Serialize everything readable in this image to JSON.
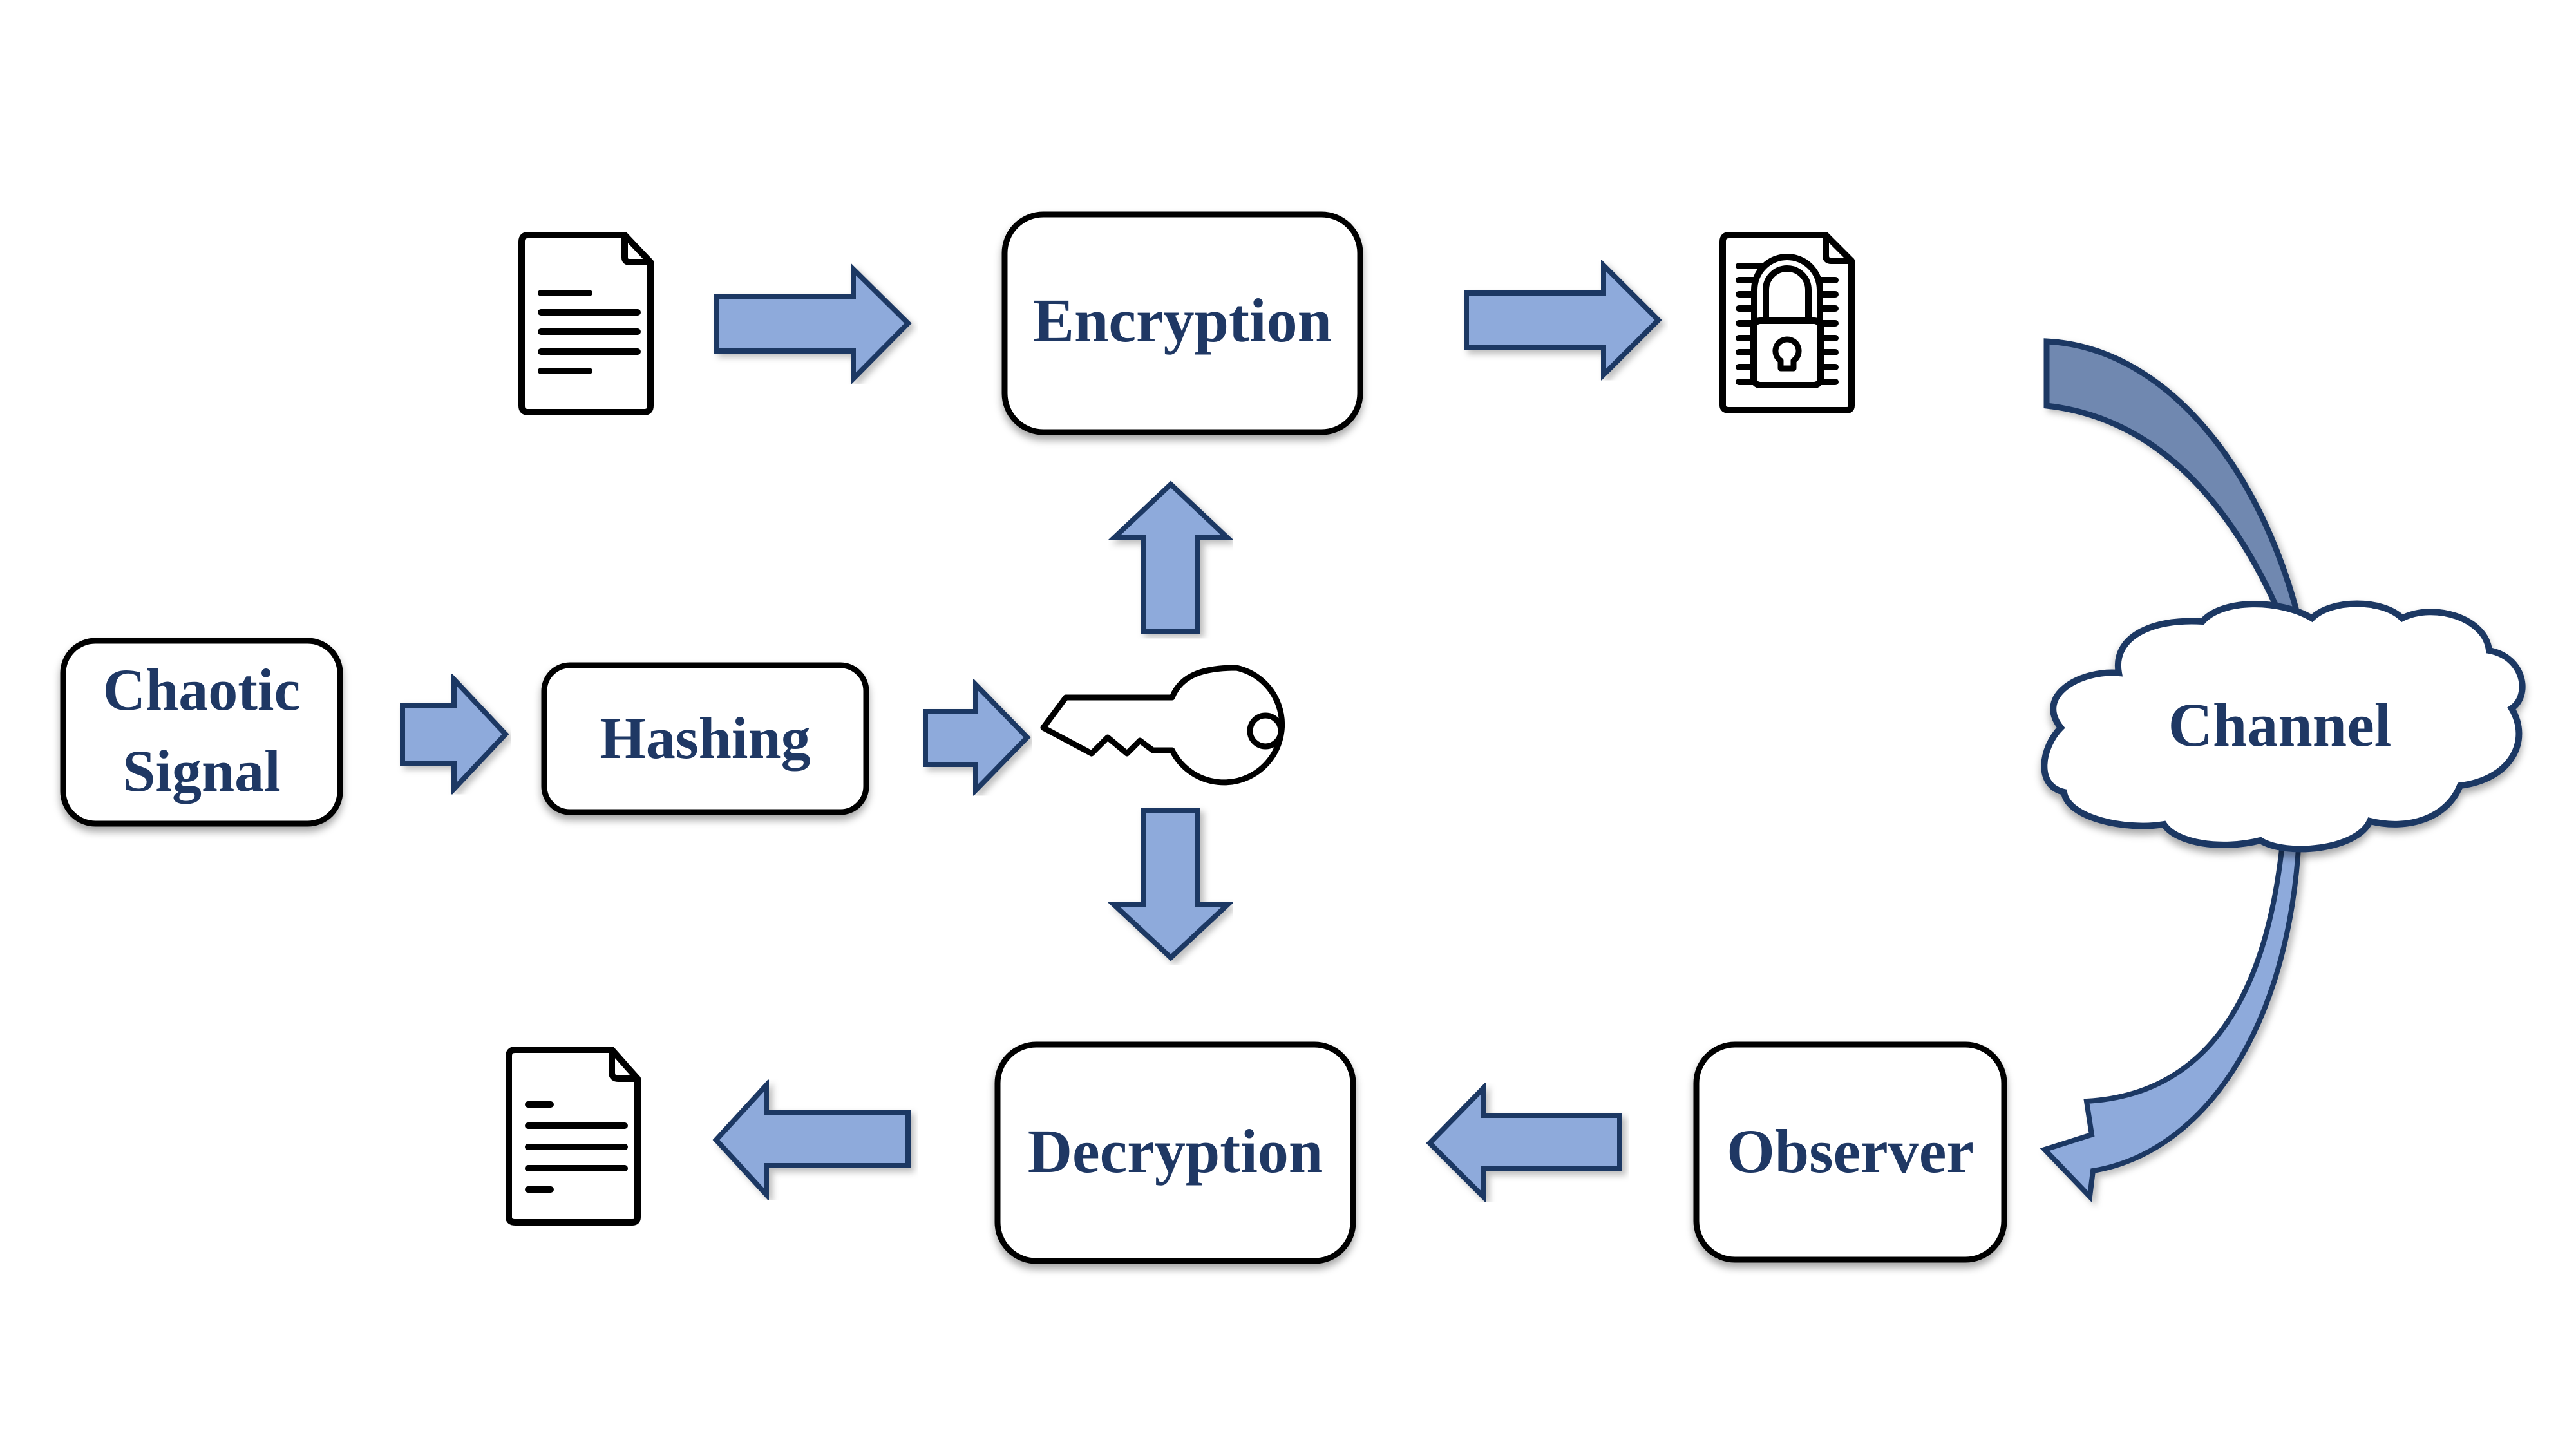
{
  "diagram": {
    "colors": {
      "text": "#1f3864",
      "arrow_fill": "#8eaadb",
      "arrow_stroke": "#1f3864",
      "channel_band_fill": "#7088b0",
      "box_stroke": "#000000"
    },
    "nodes": {
      "chaotic_signal": {
        "line1": "Chaotic",
        "line2": "Signal"
      },
      "hashing": "Hashing",
      "encryption": "Encryption",
      "decryption": "Decryption",
      "observer": "Observer",
      "channel": "Channel"
    },
    "icons": {
      "plaintext_in": "document-icon",
      "ciphertext": "encrypted-document-icon",
      "key": "key-icon",
      "plaintext_out": "document-icon"
    },
    "edges": [
      {
        "from": "chaotic_signal",
        "to": "hashing"
      },
      {
        "from": "hashing",
        "to": "key"
      },
      {
        "from": "key",
        "to": "encryption"
      },
      {
        "from": "key",
        "to": "decryption"
      },
      {
        "from": "plaintext_in",
        "to": "encryption"
      },
      {
        "from": "encryption",
        "to": "ciphertext"
      },
      {
        "from": "ciphertext",
        "to": "channel"
      },
      {
        "from": "channel",
        "to": "observer"
      },
      {
        "from": "observer",
        "to": "decryption"
      },
      {
        "from": "decryption",
        "to": "plaintext_out"
      }
    ]
  }
}
